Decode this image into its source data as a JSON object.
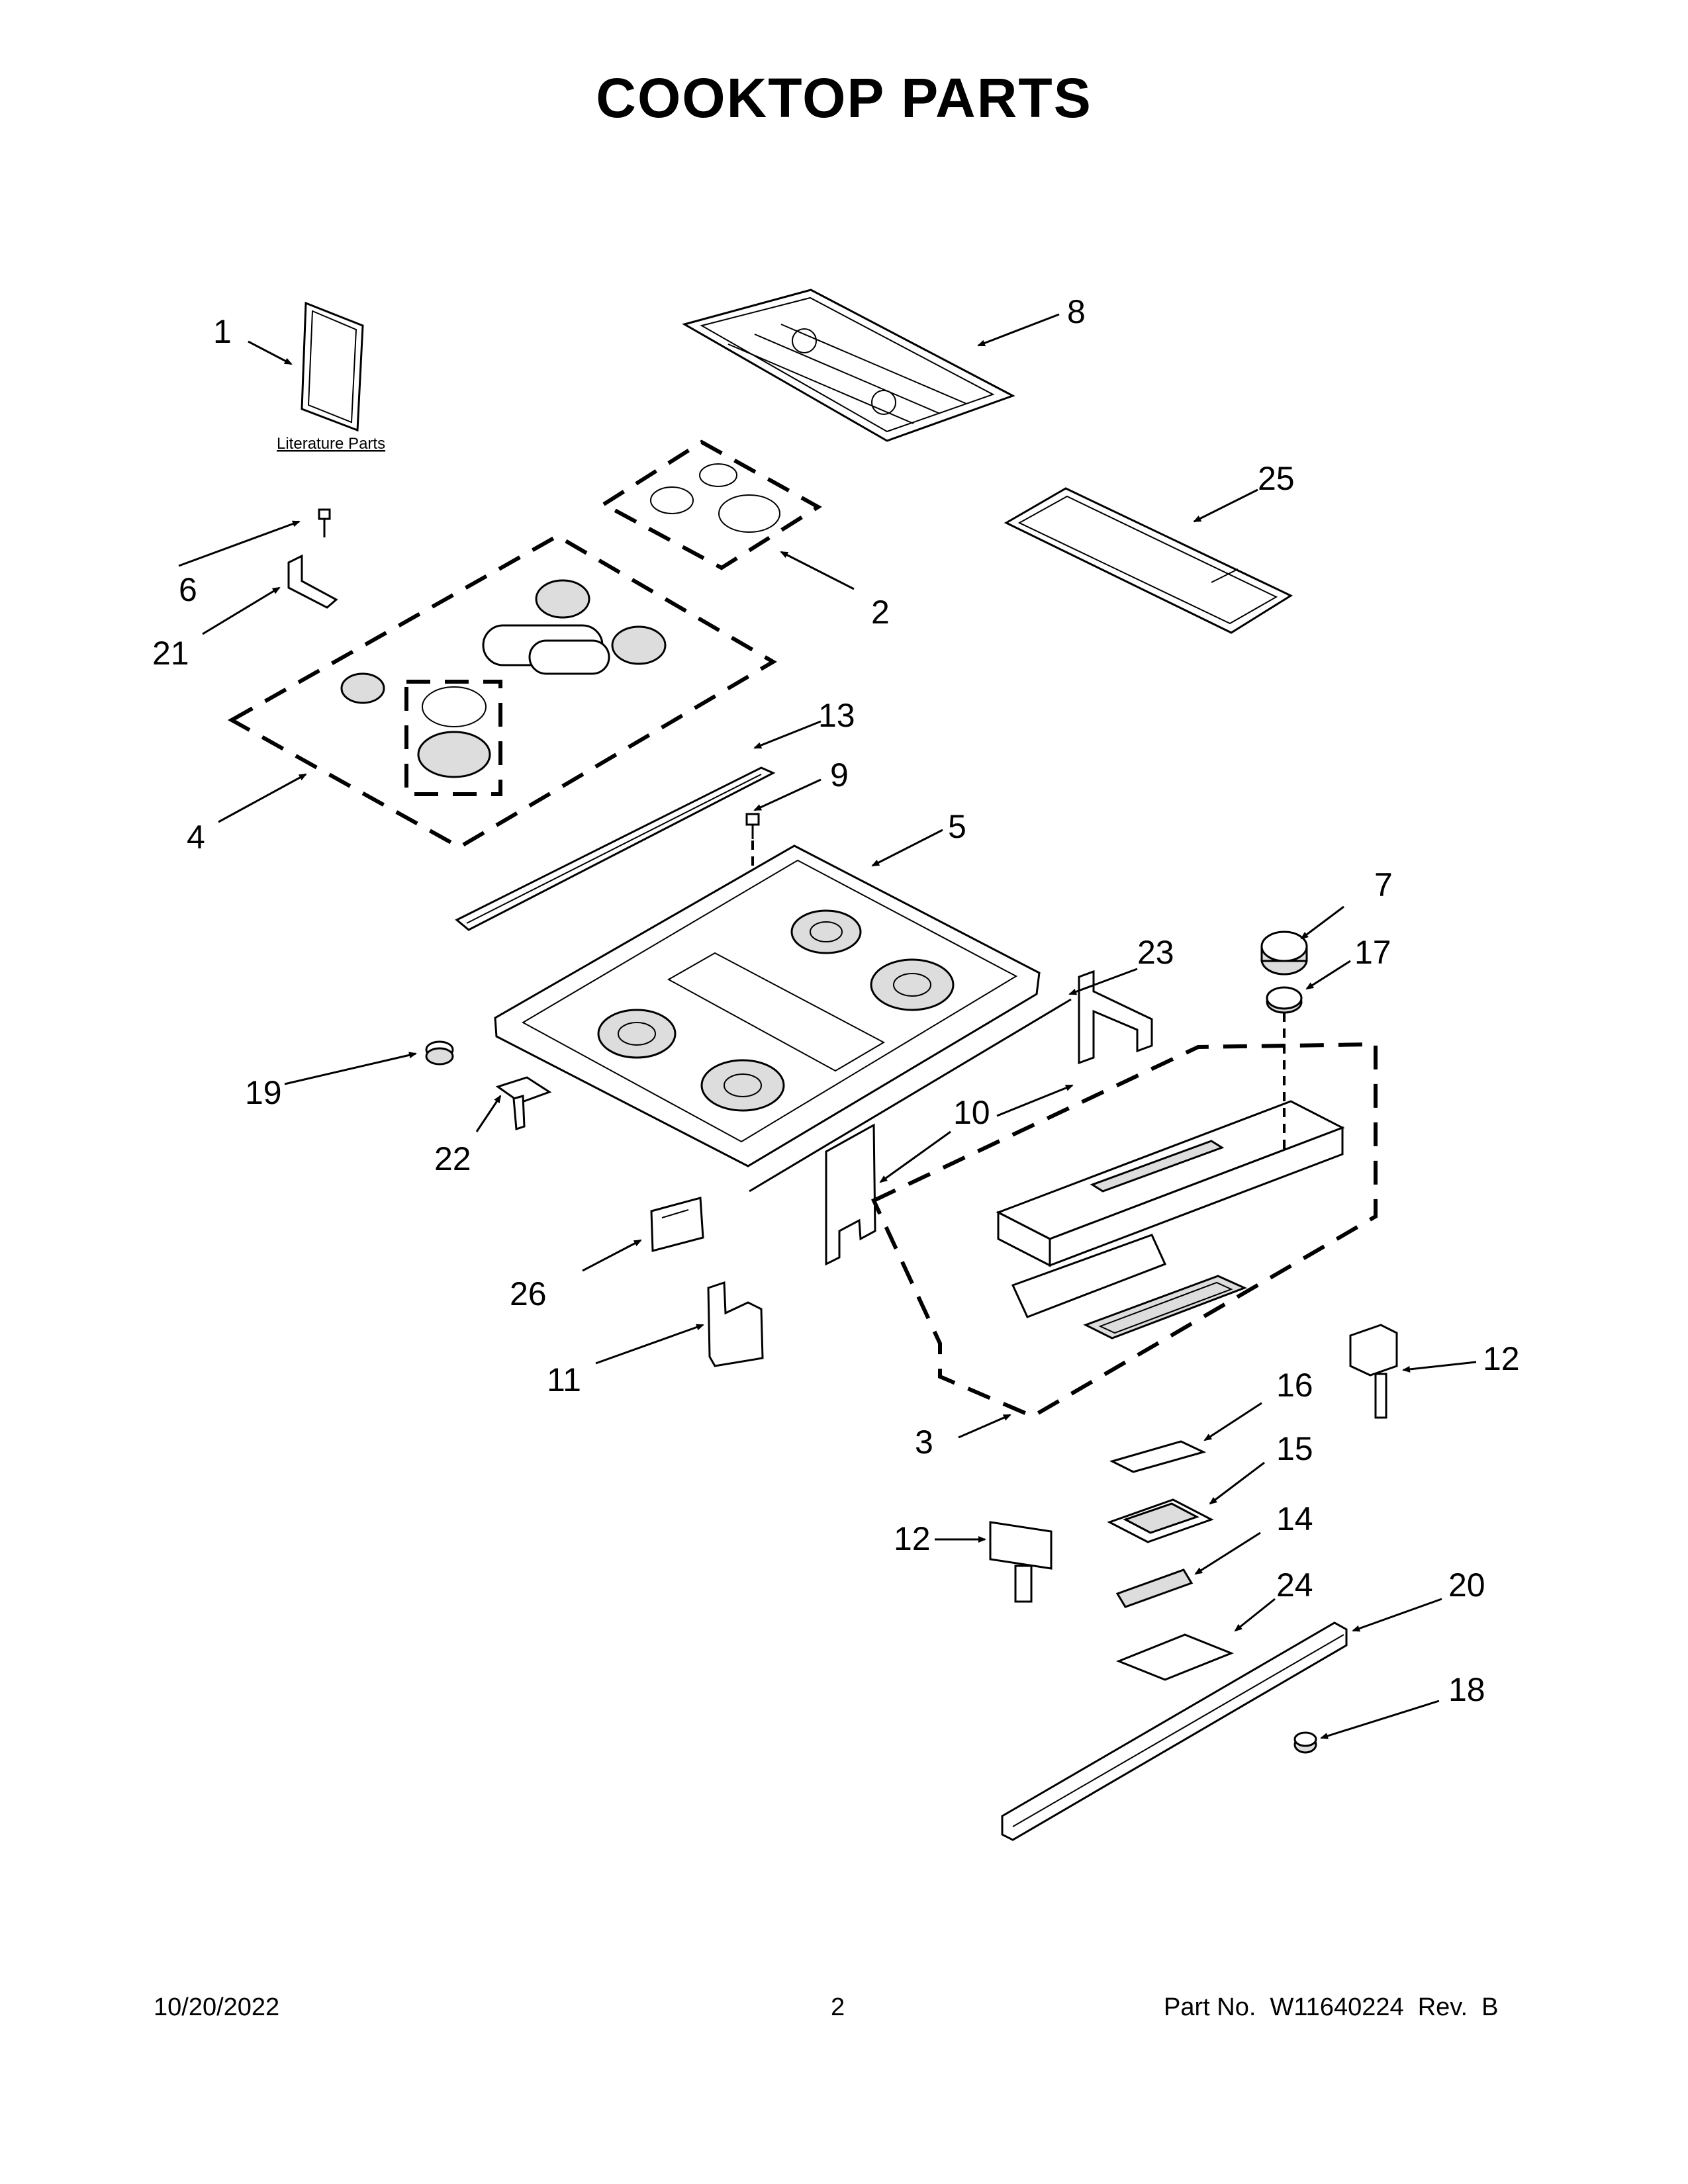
{
  "page": {
    "title": "COOKTOP PARTS",
    "date": "10/20/2022",
    "page_number": "2",
    "part_number": "Part No.  W11640224  Rev.  B"
  },
  "diagram": {
    "literature_label": "Literature Parts",
    "callouts": {
      "c1": "1",
      "c2": "2",
      "c3": "3",
      "c4": "4",
      "c5": "5",
      "c6": "6",
      "c7": "7",
      "c8": "8",
      "c9": "9",
      "c10": "10",
      "c11": "11",
      "c12a": "12",
      "c12b": "12",
      "c13": "13",
      "c14": "14",
      "c15": "15",
      "c16": "16",
      "c17": "17",
      "c18": "18",
      "c19": "19",
      "c20": "20",
      "c21": "21",
      "c22": "22",
      "c23": "23",
      "c24": "24",
      "c25": "25",
      "c26": "26"
    }
  }
}
